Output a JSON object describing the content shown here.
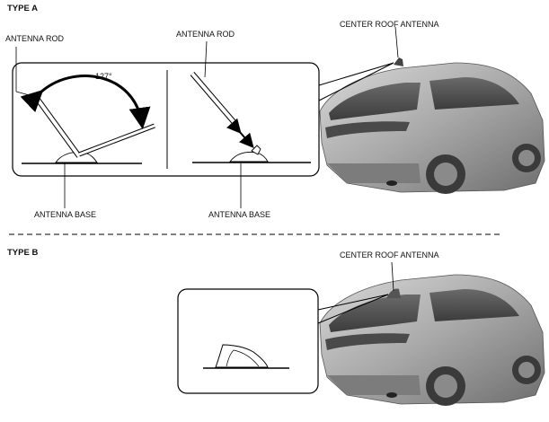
{
  "type_a": {
    "title": "TYPE A",
    "center_roof_antenna": "CENTER ROOF ANTENNA",
    "left_detail": {
      "rod_label": "ANTENNA ROD",
      "angle_label": "127°",
      "base_label": "ANTENNA BASE"
    },
    "right_detail": {
      "rod_label": "ANTENNA ROD",
      "base_label": "ANTENNA BASE"
    }
  },
  "type_b": {
    "title": "TYPE B",
    "center_roof_antenna": "CENTER ROOF ANTENNA"
  }
}
